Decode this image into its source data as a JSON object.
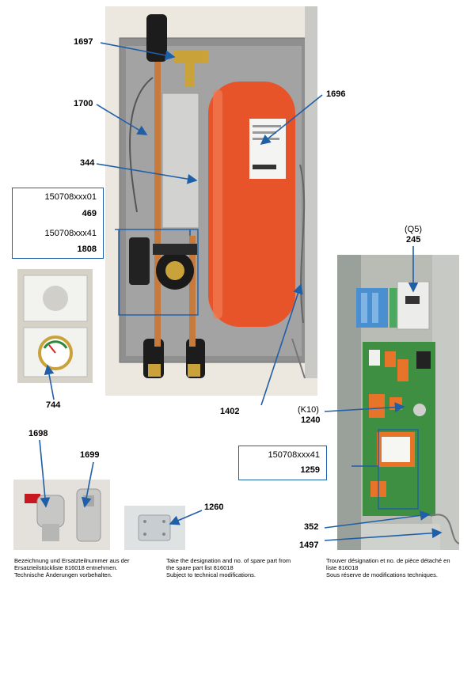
{
  "labels": {
    "l1697": "1697",
    "l1700": "1700",
    "l344": "344",
    "l1696": "1696",
    "l1402": "1402",
    "l744": "744",
    "l1698": "1698",
    "l1699": "1699",
    "l1260": "1260",
    "lq5": "(Q5)",
    "l245": "245",
    "lk10": "(K10)",
    "l1240": "1240",
    "l352": "352",
    "l1497": "1497"
  },
  "box_main": {
    "code1": "150708xxx01",
    "num1": "469",
    "code2": "150708xxx41",
    "num2": "1808"
  },
  "box_pcb": {
    "code": "150708xxx41",
    "num": "1259"
  },
  "footer": {
    "de_line1": "Bezeichnung und Ersatzteilnummer aus der",
    "de_line2": "Ersatzteilstückliste 816018 entnehmen.",
    "de_line3": "Technische Änderungen vorbehalten.",
    "en_line1": "Take the designation and no. of spare part from",
    "en_line2": "the spare part list 816018",
    "en_line3": "Subject to technical modifications.",
    "fr_line1": "Trouver désignation et no. de pièce détaché en",
    "fr_line2": "liste 816018",
    "fr_line3": "Sous réserve de modifications techniques."
  },
  "colors": {
    "callout_blue": "#1f5fa8",
    "tank_orange": "#e8542a",
    "copper": "#c67a3c"
  }
}
